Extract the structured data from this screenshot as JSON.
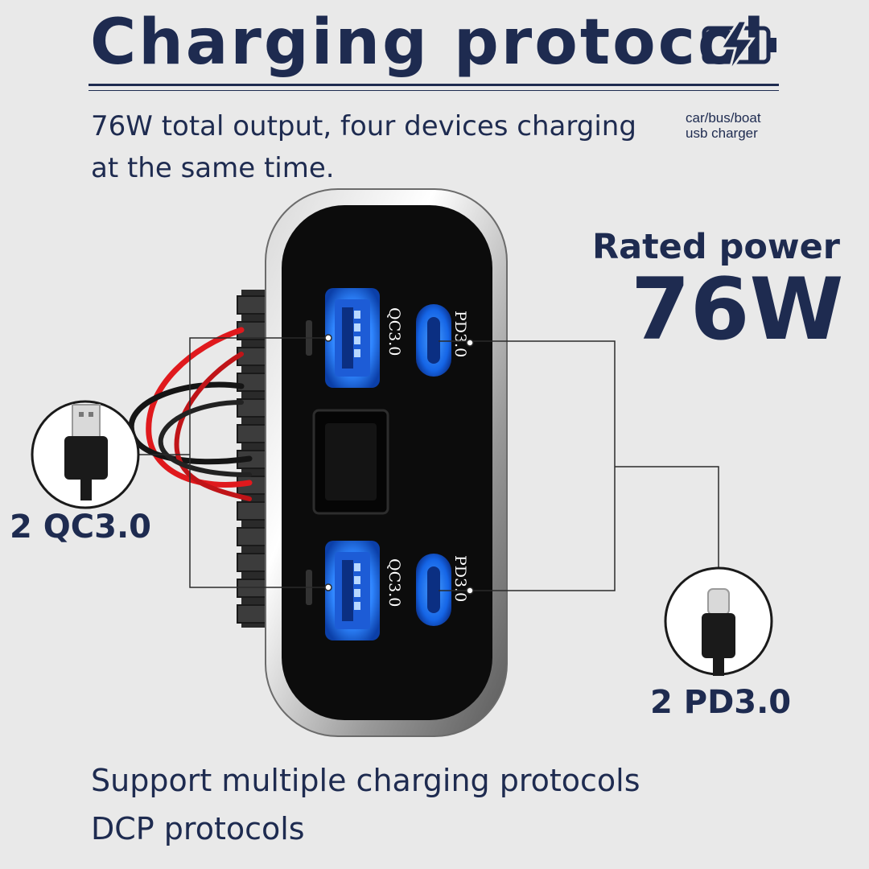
{
  "header": {
    "title": "Charging protocol",
    "subtitle_line1": "76W total output, four devices charging",
    "subtitle_line2": "at the same time.",
    "tag_line1": "car/bus/boat",
    "tag_line2": "usb charger"
  },
  "rated": {
    "label": "Rated power",
    "value": "76W"
  },
  "ports": {
    "qc_port": "QC3.0",
    "pd_port": "PD3.0",
    "qc_count": "2 QC3.0",
    "pd_count": "2 PD3.0"
  },
  "footer": {
    "line1": "Support multiple charging protocols",
    "line2": "DCP protocols"
  },
  "colors": {
    "text": "#1e2b50",
    "port_glow": "#1a7bff",
    "wire_red": "#e0191d",
    "panel": "#0c0c0c"
  },
  "icons": {
    "battery": "battery-charging-icon",
    "usb_a": "usb-a-plug-icon",
    "usb_c": "usb-c-plug-icon"
  }
}
